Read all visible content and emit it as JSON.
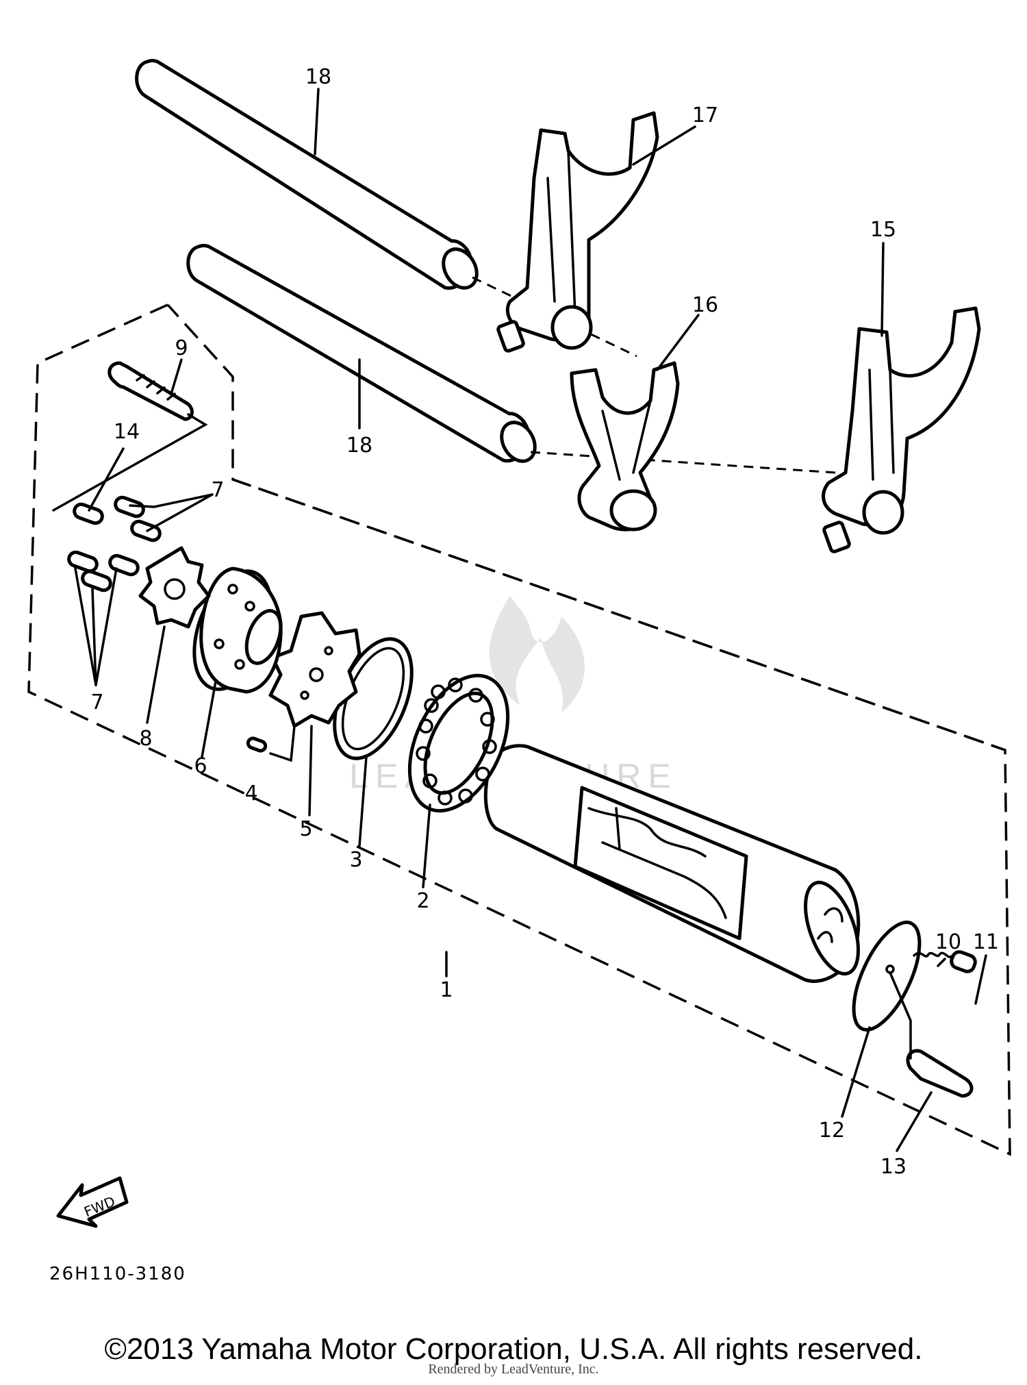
{
  "diagram": {
    "drawing_code": "26H110-3180",
    "callouts": [
      "1",
      "2",
      "3",
      "4",
      "5",
      "6",
      "7",
      "8",
      "9",
      "10",
      "11",
      "12",
      "13",
      "14",
      "15",
      "16",
      "17",
      "18"
    ],
    "fwd_label": "FWD"
  },
  "watermark": {
    "brand": "LEADVENTURE"
  },
  "footer": {
    "copyright": "©2013 Yamaha Motor Corporation, U.S.A. All rights reserved.",
    "rendered_by": "Rendered by LeadVenture, Inc."
  }
}
